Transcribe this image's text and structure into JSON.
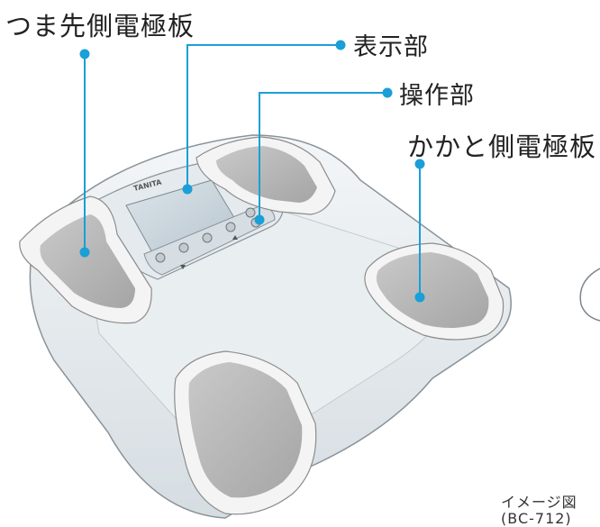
{
  "labels": {
    "toe_electrode": "つま先側電極板",
    "display": "表示部",
    "operation": "操作部",
    "heel_electrode": "かかと側電極板"
  },
  "brand": "TANITA",
  "caption": {
    "line1": "イメージ図",
    "line2": "(BC-712)"
  },
  "colors": {
    "leader": "#1a9fd8",
    "body": "#e4e9ec",
    "electrode": "#b3b3b3",
    "rim": "#f2f2f2",
    "panel": "#c7d3db"
  }
}
